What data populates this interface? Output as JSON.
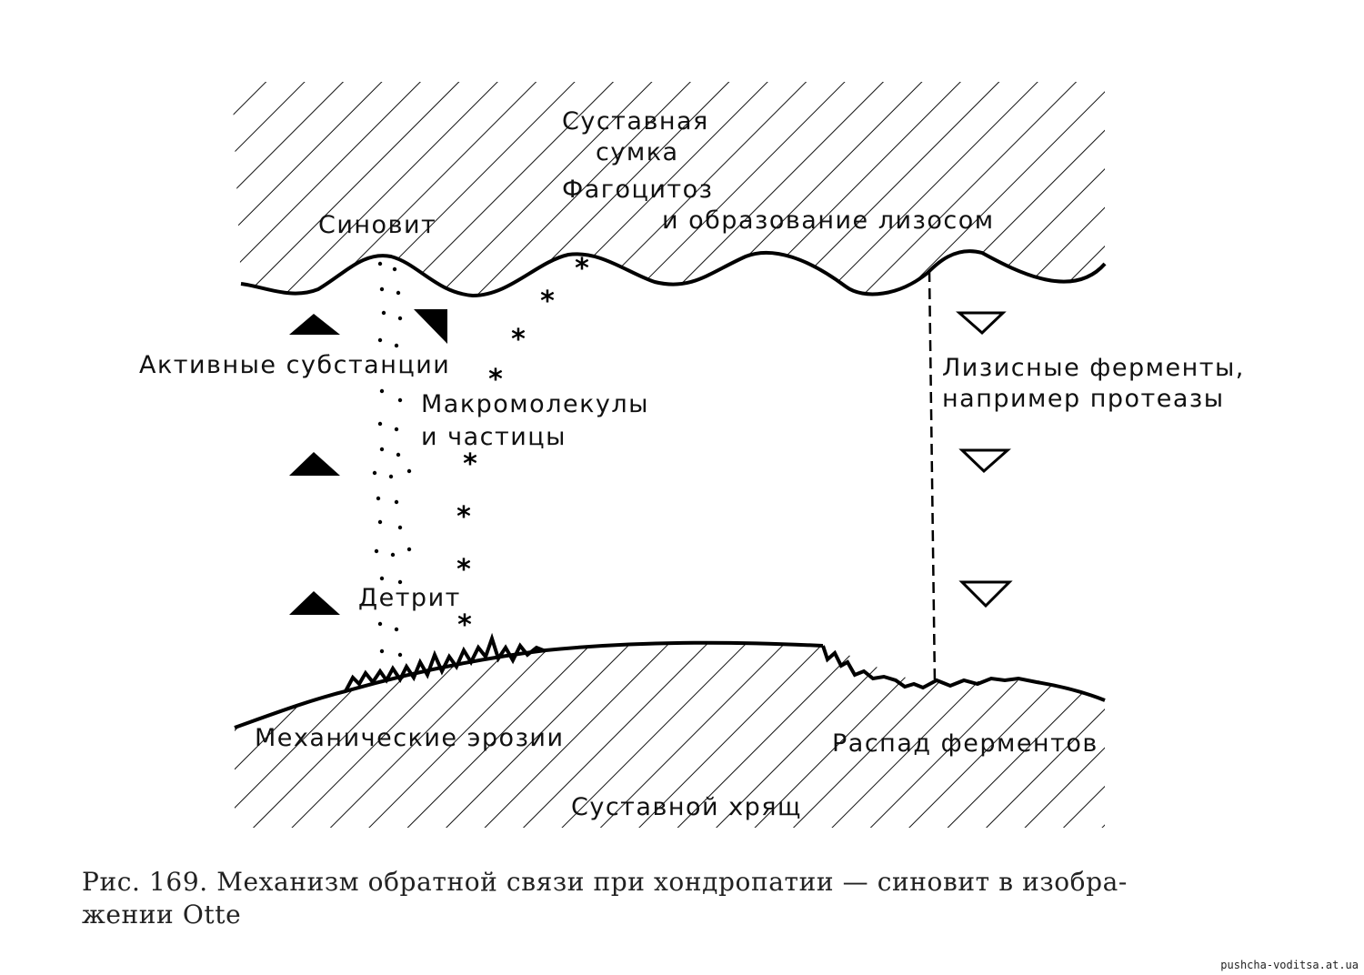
{
  "labels": {
    "capsule_line1": "Суставная",
    "capsule_line2": "сумка",
    "phago_line1": "Фагоцитоз",
    "phago_line2": "и образование лизосом",
    "synovitis": "Синовит",
    "active": "Активные субстанции",
    "macro_line1": "Макромолекулы",
    "macro_line2": "и частицы",
    "lysis_line1": "Лизисные ферменты,",
    "lysis_line2": "например протеазы",
    "detritus": "Детрит",
    "erosion": "Механические эрозии",
    "enzyme_decay": "Распад ферментов",
    "cartilage": "Суставной хрящ"
  },
  "caption": {
    "line1": "Рис. 169. Механизм обратной связи при хондропатии — синовит  в изобра-",
    "line2": "жении Otte"
  },
  "watermark": "pushcha-voditsa.at.ua"
}
